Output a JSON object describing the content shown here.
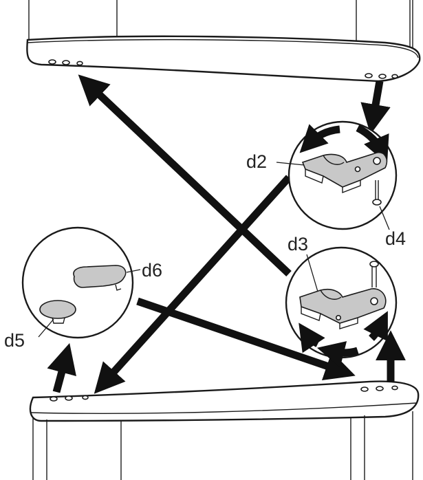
{
  "colors": {
    "ink": "#111111",
    "part_fill": "#c8c8c8",
    "background": "#ffffff"
  },
  "labels": {
    "d2": "d2",
    "d3": "d3",
    "d4": "d4",
    "d5": "d5",
    "d6": "d6"
  }
}
